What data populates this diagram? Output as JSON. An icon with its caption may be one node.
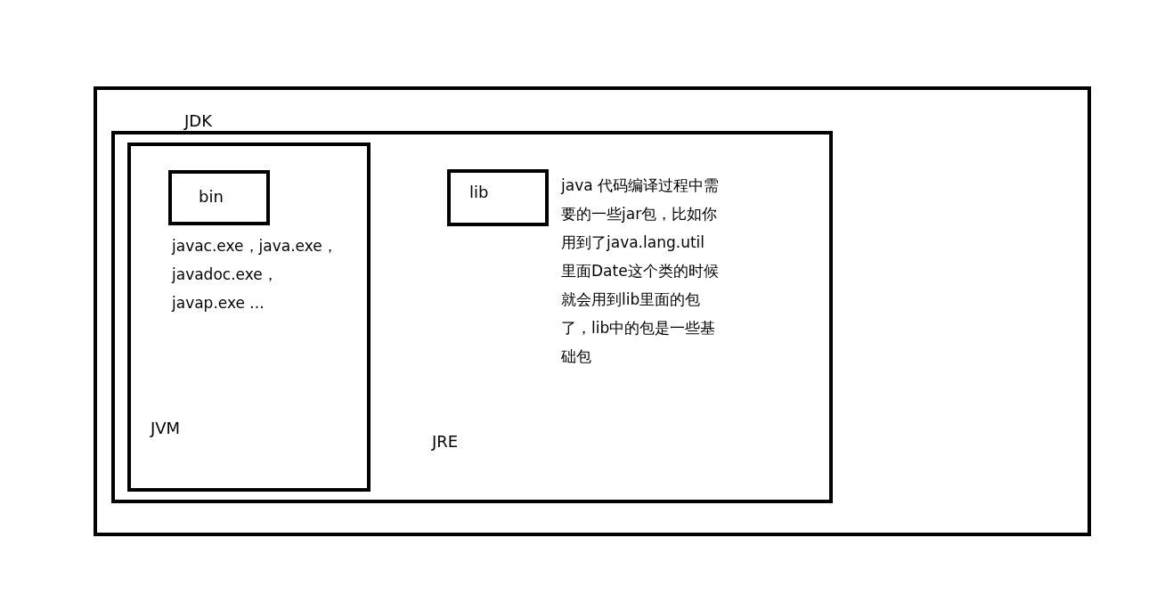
{
  "diagram": {
    "nodes": [
      {
        "text": [
          "JDK"
        ]
      },
      {
        "text": [
          "JRE"
        ],
        "in": 0
      },
      {
        "text": [
          "JVM"
        ],
        "in": 1
      },
      {
        "text": [
          "bin"
        ],
        "in": 2,
        "beside": [
          "javac.exe，java.exe， javadoc.exe， javap.exe ..."
        ]
      },
      {
        "text": [
          "lib"
        ],
        "in": 1,
        "beside": [
          "java 代码编译过程中需要的一些jar包，比如你用到了java.lang.util里面Date这个类的时候就会用到lib里面的包了，lib中的包是一些基础包"
        ]
      }
    ],
    "edges": []
  }
}
